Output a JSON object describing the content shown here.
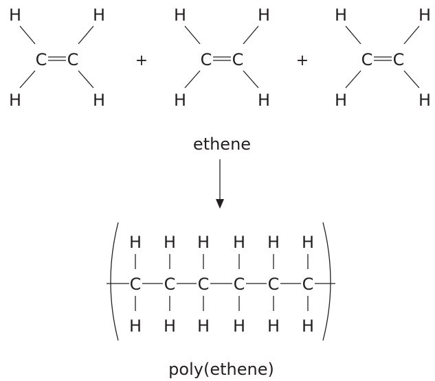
{
  "diagram": {
    "monomer_name": "ethene",
    "polymer_name": "poly(ethene)",
    "plus_symbol": "+",
    "monomer_count": 3,
    "repeat_carbons": 6,
    "atoms": {
      "carbon": "C",
      "hydrogen": "H"
    },
    "ink_color": "#231f20",
    "background_color": "#ffffff"
  }
}
